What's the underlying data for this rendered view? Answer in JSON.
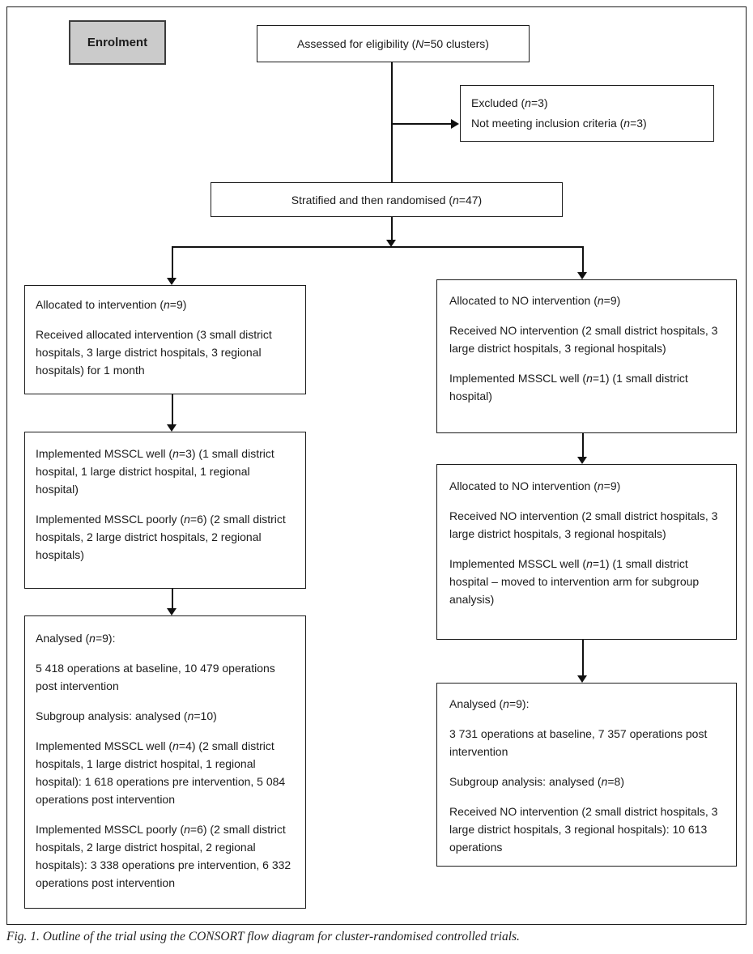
{
  "figure": {
    "caption": "Fig. 1. Outline of the trial using the CONSORT flow diagram for cluster-randomised controlled trials."
  },
  "colors": {
    "box_border": "#1c1c1c",
    "enrolment_fill": "#cbcbcb",
    "text": "#1b1b1b",
    "background": "#ffffff"
  },
  "boxes": {
    "enrolment": {
      "label": "Enrolment"
    },
    "assessed": {
      "text": "Assessed for eligibility (*N*=50 clusters)"
    },
    "excluded": {
      "paras": [
        "Excluded (*n*=3)",
        "Not meeting inclusion criteria (*n*=3)"
      ]
    },
    "stratified": {
      "text": "Stratified and then randomised (*n*=47)"
    },
    "allocated_intervention": {
      "paras": [
        "Allocated to intervention (*n*=9)",
        "Received allocated intervention (3 small district hospitals, 3 large district hospitals, 3 regional hospitals) for 1 month"
      ]
    },
    "implemented_left": {
      "paras": [
        "Implemented MSSCL well (*n*=3) (1 small district hospital, 1 large district hospital, 1 regional hospital)",
        "Implemented MSSCL poorly (*n*=6) (2 small district hospitals, 2 large district hospitals, 2 regional hospitals)"
      ]
    },
    "analysed_left": {
      "paras": [
        "Analysed (*n*=9):",
        "5 418 operations at baseline, 10 479 operations post intervention",
        "Subgroup analysis: analysed (*n*=10)",
        "Implemented MSSCL well (*n*=4) (2 small district hospitals, 1 large district hospital, 1 regional hospital): 1 618 operations pre intervention, 5 084 operations post intervention",
        "Implemented MSSCL poorly (*n*=6) (2 small district hospitals, 2 large district hospital, 2 regional hospitals): 3 338 operations pre intervention, 6 332 operations post intervention"
      ]
    },
    "allocated_no_intervention_1": {
      "paras": [
        "Allocated to NO intervention (*n*=9)",
        "Received NO intervention (2 small district hospitals, 3 large district hospitals, 3 regional hospitals)",
        "Implemented MSSCL well (*n*=1) (1 small district hospital)"
      ]
    },
    "allocated_no_intervention_2": {
      "paras": [
        "Allocated to NO intervention (*n*=9)",
        "Received NO intervention (2 small district hospitals, 3 large district hospitals, 3 regional hospitals)",
        "Implemented MSSCL well (*n*=1) (1 small district hospital – moved to intervention arm for subgroup analysis)"
      ]
    },
    "analysed_right": {
      "paras": [
        "Analysed (*n*=9):",
        "3 731 operations at baseline, 7 357 operations post intervention",
        "Subgroup analysis: analysed (*n*=8)",
        "Received NO intervention (2 small district hospitals, 3 large district hospitals, 3 regional hospitals): 10 613 operations"
      ]
    }
  }
}
